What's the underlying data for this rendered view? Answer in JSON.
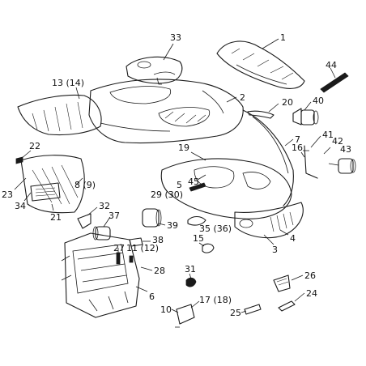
{
  "labels": {
    "p1": "1",
    "p2": "2",
    "p3": "3",
    "p4": "4",
    "p5": "5",
    "p6": "6",
    "p7": "7",
    "p8": "8 (9)",
    "p10": "10",
    "p11": "11 (12)",
    "p13": "13 (14)",
    "p15": "15",
    "p16": "16",
    "p17": "17 (18)",
    "p19": "19",
    "p20": "20",
    "p21": "21",
    "p22": "22",
    "p23": "23",
    "p24": "24",
    "p25": "25",
    "p26": "26",
    "p27": "27",
    "p28": "28",
    "p29": "29 (30)",
    "p31": "31",
    "p32": "32",
    "p33": "33",
    "p34": "34",
    "p35": "35 (36)",
    "p37": "37",
    "p38": "38",
    "p39": "39",
    "p40": "40",
    "p41": "41",
    "p42": "42",
    "p43": "43",
    "p44": "44",
    "p45": "45"
  },
  "colors": {
    "ink": "#1a1a1a",
    "background": "#ffffff"
  }
}
